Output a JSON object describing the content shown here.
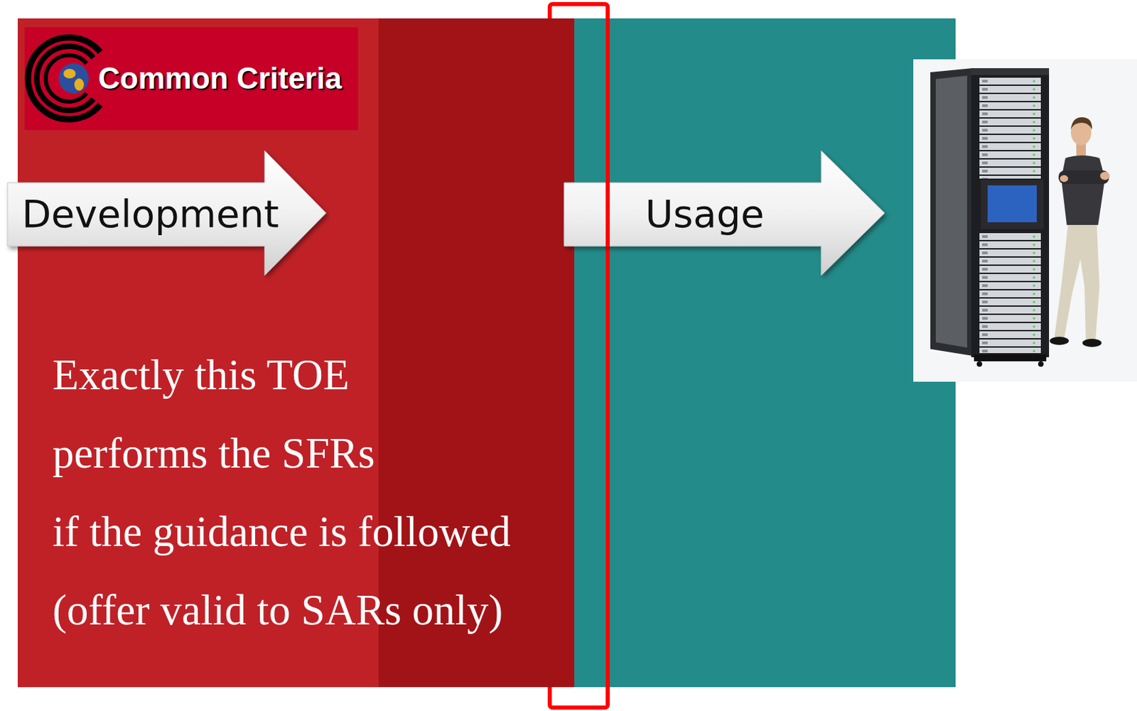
{
  "diagram": {
    "nodes": [
      {
        "text": [
          "Exactly this TOE performs the SFRs if the guidance is followed (offer valid to SARs only)"
        ]
      },
      {
        "text": [
          "Common Criteria"
        ],
        "in": 0
      },
      {
        "text": [
          "Development"
        ],
        "in": 0
      },
      {
        "text": [
          "Usage"
        ]
      }
    ]
  }
}
